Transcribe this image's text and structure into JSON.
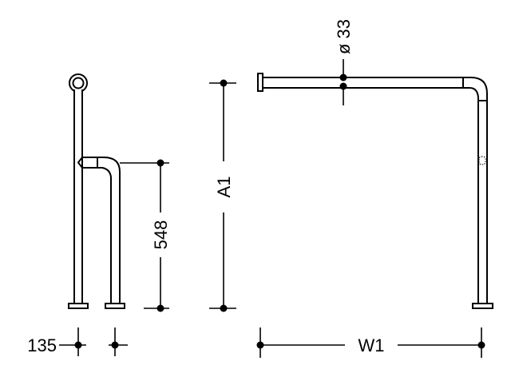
{
  "dimensions": {
    "height_548": "548",
    "width_135": "135",
    "height_a1": "A1",
    "width_w1": "W1",
    "diameter": "ø 33"
  },
  "colors": {
    "line": "#000000",
    "background": "#ffffff"
  }
}
